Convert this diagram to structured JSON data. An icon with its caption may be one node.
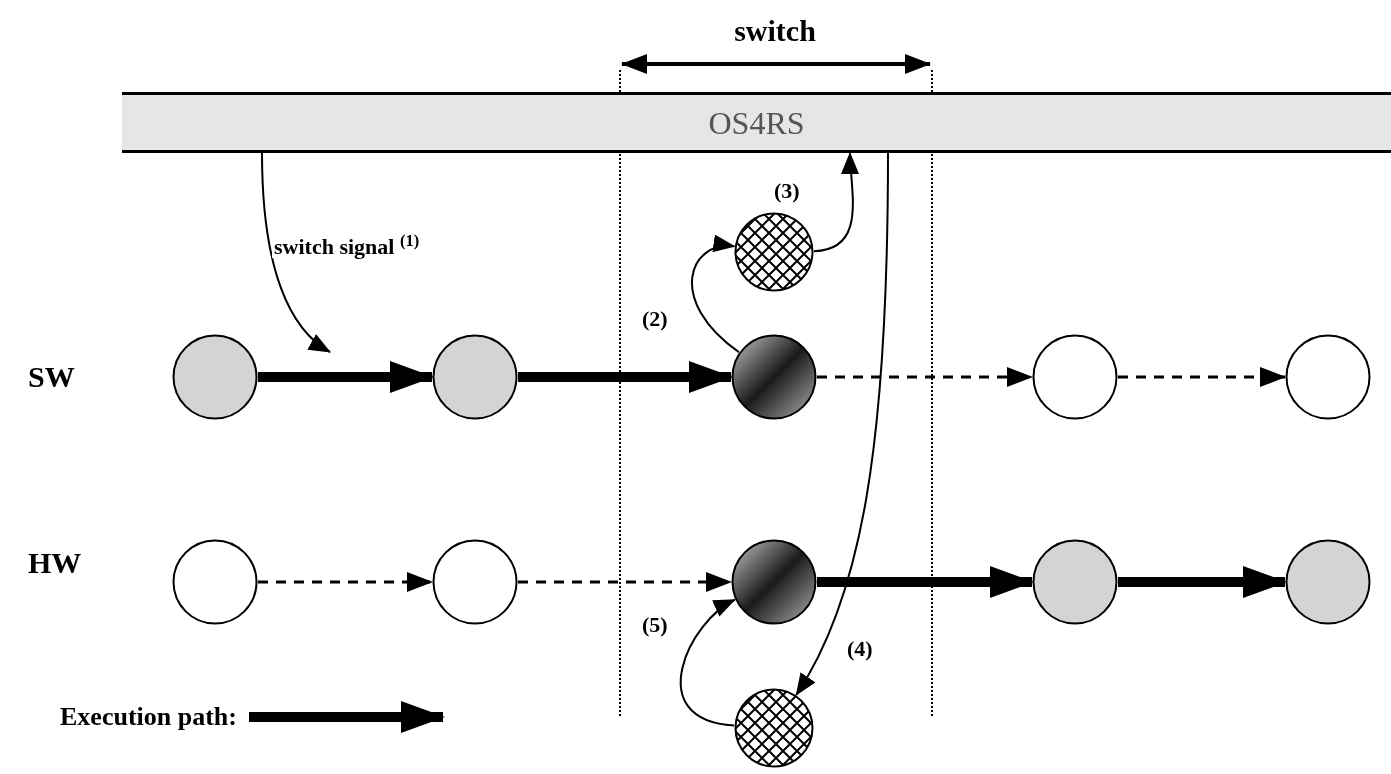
{
  "diagram": {
    "nodes": [
      {
        "text": [
          "OS4RS"
        ]
      },
      {
        "text": [],
        "shape": "circle"
      },
      {
        "text": [],
        "shape": "circle"
      },
      {
        "text": [],
        "shape": "circle"
      },
      {
        "text": [],
        "shape": "circle"
      },
      {
        "text": [],
        "shape": "circle"
      },
      {
        "text": [],
        "shape": "circle"
      },
      {
        "text": [],
        "shape": "circle"
      },
      {
        "text": [],
        "shape": "circle"
      },
      {
        "text": [],
        "shape": "circle"
      },
      {
        "text": [],
        "shape": "circle"
      },
      {
        "text": [],
        "shape": "circle"
      },
      {
        "text": [],
        "shape": "circle"
      }
    ],
    "edges": [
      {
        "from": 0,
        "to": null,
        "arrow": "to",
        "label": "switch signal $^{(1)}$"
      },
      {
        "from": 1,
        "to": 2,
        "arrow": "to",
        "style": "thick"
      },
      {
        "from": 2,
        "to": 3,
        "arrow": "to",
        "style": "thick"
      },
      {
        "from": 3,
        "to": 4,
        "arrow": "to",
        "style": "dashed"
      },
      {
        "from": 4,
        "to": 5,
        "arrow": "to",
        "style": "dashed"
      },
      {
        "from": 6,
        "to": 7,
        "arrow": "to",
        "style": "dashed"
      },
      {
        "from": 7,
        "to": 8,
        "arrow": "to",
        "style": "dashed"
      },
      {
        "from": 8,
        "to": 9,
        "arrow": "to",
        "style": "thick"
      },
      {
        "from": 9,
        "to": 10,
        "arrow": "to",
        "style": "thick"
      },
      {
        "from": 3,
        "to": 11,
        "arrow": "to",
        "label": "(2)"
      },
      {
        "from": 11,
        "to": 0,
        "arrow": "to",
        "label": "(3)"
      },
      {
        "from": 0,
        "to": 12,
        "arrow": "to",
        "label": "(4)"
      },
      {
        "from": 12,
        "to": 8,
        "arrow": "to",
        "label": "(5)"
      }
    ],
    "labels": [
      "switch",
      "SW",
      "HW"
    ],
    "legend": [
      {
        "text": "Execution path:"
      }
    ]
  }
}
